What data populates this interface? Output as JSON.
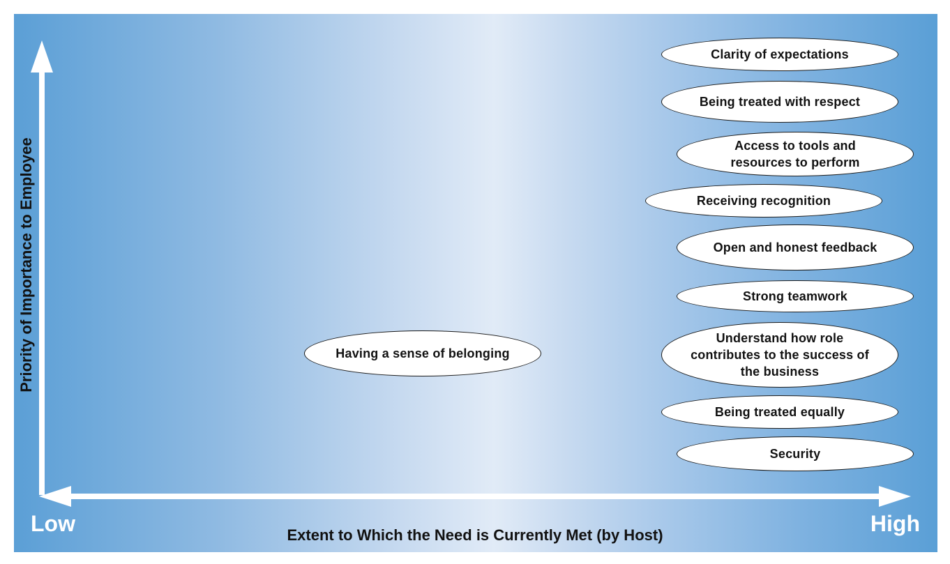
{
  "axes": {
    "y_label": "Priority of Importance to Employee",
    "x_label": "Extent to Which the Need is Currently Met (by Host)",
    "low_label": "Low",
    "high_label": "High"
  },
  "needs": [
    {
      "id": "clarity",
      "label": "Clarity of expectations"
    },
    {
      "id": "respect",
      "label": "Being treated with respect"
    },
    {
      "id": "tools",
      "label": "Access to tools and\nresources to perform"
    },
    {
      "id": "recognition",
      "label": "Receiving recognition"
    },
    {
      "id": "feedback",
      "label": "Open and honest feedback"
    },
    {
      "id": "teamwork",
      "label": "Strong teamwork"
    },
    {
      "id": "role",
      "label": "Understand how role\ncontributes to the success of\nthe business"
    },
    {
      "id": "equally",
      "label": "Being treated equally"
    },
    {
      "id": "security",
      "label": "Security"
    },
    {
      "id": "belonging",
      "label": "Having a sense of belonging"
    }
  ]
}
